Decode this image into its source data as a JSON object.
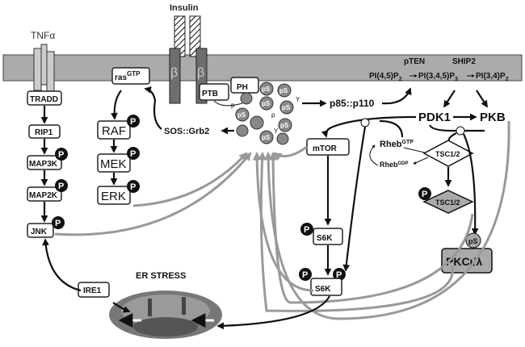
{
  "ligands": {
    "tnf": "TNFα",
    "insulin": "Insulin"
  },
  "receptor": {
    "beta": "β"
  },
  "jnk_path": [
    "TRADD",
    "RIP1",
    "MAP3K",
    "MAP2K",
    "JNK"
  ],
  "erk_path": {
    "ras": "ras",
    "ras_sup": "GTP",
    "raf": "RAF",
    "mek": "MEK",
    "erk": "ERK"
  },
  "sos": "SOS::Grb2",
  "irs": {
    "ptb": "PTB",
    "ph": "PH",
    "ps": "pS",
    "p": "p",
    "y": "Y"
  },
  "p85": "p85::p110",
  "lipids": {
    "pten": "pTEN",
    "ship2": "SHIP2",
    "pip2": "PI(4,5)P",
    "pip3": "PI(3,4,5)P",
    "pi34": "PI(3,4)P",
    "sub2": "2",
    "sub3": "3"
  },
  "kinases": {
    "pdk1": "PDK1",
    "pkb": "PKB",
    "mtor": "mTOR",
    "s6k": "S6K",
    "pkc": "PKCι/λ"
  },
  "rheb": {
    "name": "Rheb",
    "gtp": "GTP",
    "gdp": "GDP"
  },
  "tsc": "TSC1/2",
  "phospho": "P",
  "er": {
    "title": "ER STRESS",
    "ire1": "IRE1"
  },
  "colors": {
    "membrane": "#ababab",
    "receptor_beta": "#6e6e6e",
    "gray_arrow": "#999999",
    "phospho": "#111111"
  }
}
